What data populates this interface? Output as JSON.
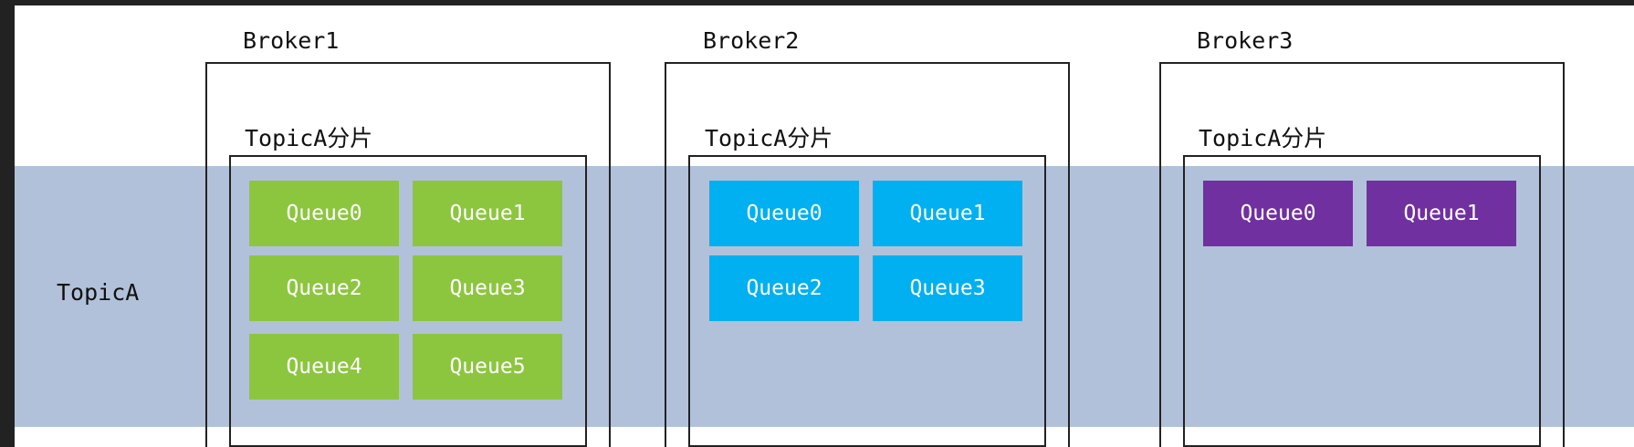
{
  "topic": {
    "label": "TopicA"
  },
  "brokers": [
    {
      "title": "Broker1",
      "shard_title": "TopicA分片",
      "queue_color": "#8cc63f",
      "queues": [
        "Queue0",
        "Queue1",
        "Queue2",
        "Queue3",
        "Queue4",
        "Queue5"
      ]
    },
    {
      "title": "Broker2",
      "shard_title": "TopicA分片",
      "queue_color": "#00b0f0",
      "queues": [
        "Queue0",
        "Queue1",
        "Queue2",
        "Queue3"
      ]
    },
    {
      "title": "Broker3",
      "shard_title": "TopicA分片",
      "queue_color": "#7030a0",
      "queues": [
        "Queue0",
        "Queue1"
      ]
    }
  ],
  "colors": {
    "band": "#b2c1da",
    "background": "#ffffff",
    "frame": "#222222"
  }
}
